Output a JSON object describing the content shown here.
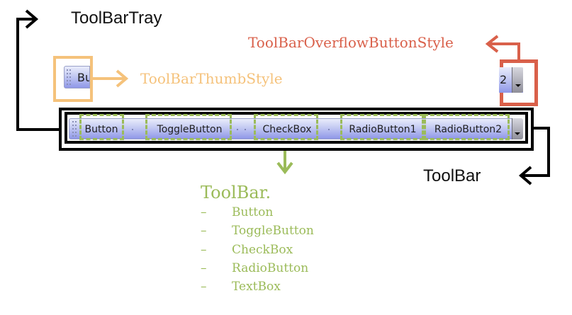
{
  "labels": {
    "toolbar_tray": "ToolBarTray",
    "overflow_style": "ToolBarOverflowButtonStyle",
    "thumb_style": "ToolBarThumbStyle",
    "toolbar": "ToolBar"
  },
  "toolbar_items": [
    "Button",
    "ToggleButton",
    "CheckBox",
    "RadioButton1",
    "RadioButton2"
  ],
  "thumb_preview_text": "Bu",
  "overflow_preview_text": "2",
  "list": {
    "title": "ToolBar.",
    "bullet": "–",
    "items": [
      "Button",
      "ToggleButton",
      "CheckBox",
      "RadioButton",
      "TextBox"
    ]
  },
  "colors": {
    "black": "#000000",
    "orange": "#f5c27b",
    "red": "#d9604a",
    "green": "#9bbb59",
    "toolbar_blue": "#8f97e8"
  },
  "icons": {
    "overflow": "chevron-down-icon",
    "thumb": "grip-dots-icon"
  }
}
